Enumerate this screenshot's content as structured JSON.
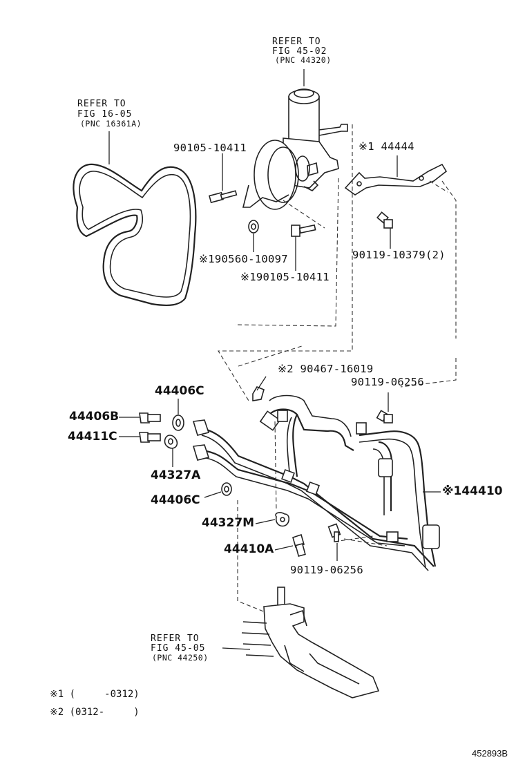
{
  "refs": {
    "pump_ref": {
      "line1": "REFER TO",
      "line2": "FIG 45-02",
      "line3": "(PNC 44320)"
    },
    "belt_ref": {
      "line1": "REFER TO",
      "line2": "FIG 16-05",
      "line3": "(PNC 16361A)"
    },
    "gear_ref": {
      "line1": "REFER TO",
      "line2": "FIG 45-05",
      "line3": "(PNC 44250)"
    }
  },
  "parts": {
    "p90105_10411": "90105-10411",
    "p44444": "※1 44444",
    "p90119_10379": "90119-10379(2)",
    "p90560_10097": "※190560-10097",
    "p90105_10411_b": "※190105-10411",
    "p90467_16019": "※2 90467-16019",
    "p90119_06256_a": "90119-06256",
    "p44406C_a": "44406C",
    "p44406B": "44406B",
    "p44411C": "44411C",
    "p44327A": "44327A",
    "p44406C_b": "44406C",
    "p44410": "※144410",
    "p44327M": "44327M",
    "p44410A": "44410A",
    "p90119_06256_b": "90119-06256"
  },
  "notes": {
    "note1": "※1 (     -0312)",
    "note2": "※2 (0312-     )"
  },
  "diagram_code": "452893B"
}
